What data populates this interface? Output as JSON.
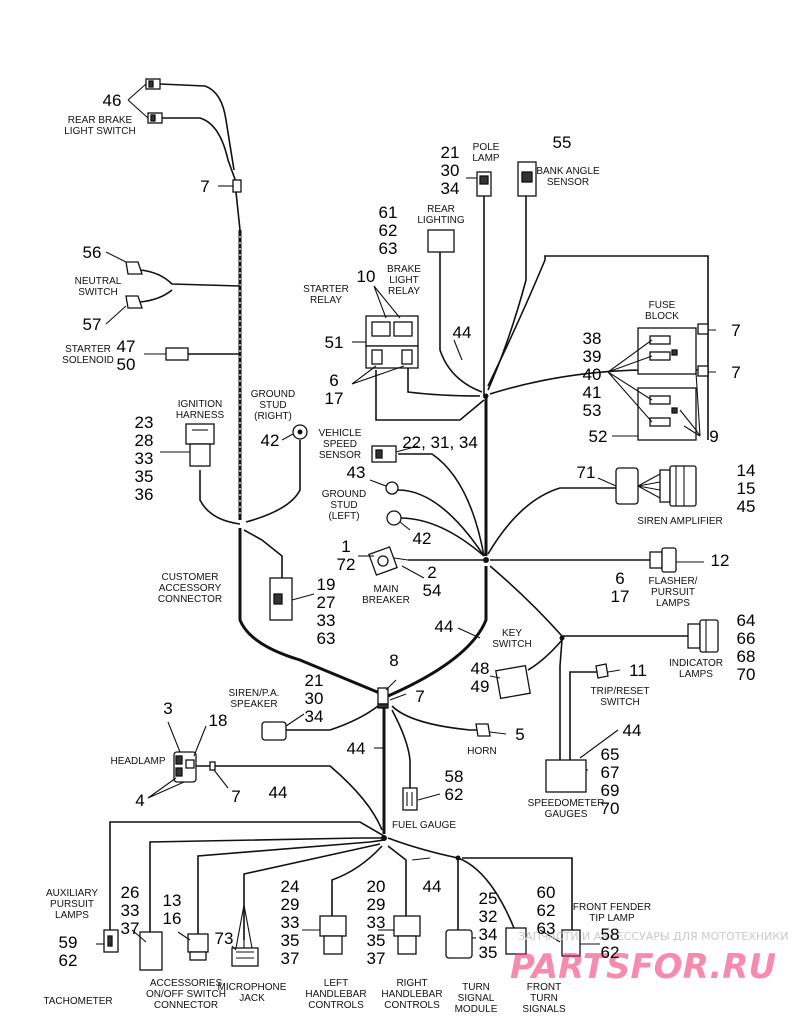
{
  "labels": {
    "rear_brake_light_switch": [
      "REAR BRAKE",
      "LIGHT SWITCH"
    ],
    "neutral_switch": [
      "NEUTRAL",
      "SWITCH"
    ],
    "starter_solenoid": [
      "STARTER",
      "SOLENOID"
    ],
    "ignition_harness": [
      "IGNITION",
      "HARNESS"
    ],
    "ground_stud_right": [
      "GROUND",
      "STUD",
      "(RIGHT)"
    ],
    "customer_accessory_connector": [
      "CUSTOMER",
      "ACCESSORY",
      "CONNECTOR"
    ],
    "pole_lamp": [
      "POLE",
      "LAMP"
    ],
    "rear_lighting": [
      "REAR",
      "LIGHTING"
    ],
    "bank_angle_sensor": [
      "BANK ANGLE",
      "SENSOR"
    ],
    "starter_relay": [
      "STARTER",
      "RELAY"
    ],
    "brake_light_relay": [
      "BRAKE",
      "LIGHT",
      "RELAY"
    ],
    "fuse_block": [
      "FUSE",
      "BLOCK"
    ],
    "vehicle_speed_sensor": [
      "VEHICLE",
      "SPEED",
      "SENSOR"
    ],
    "ground_stud_left": [
      "GROUND",
      "STUD",
      "(LEFT)"
    ],
    "siren_amplifier": [
      "SIREN AMPLIFIER"
    ],
    "main_breaker": [
      "MAIN",
      "BREAKER"
    ],
    "flasher_pursuit_lamps": [
      "FLASHER/",
      "PURSUIT",
      "LAMPS"
    ],
    "key_switch": [
      "KEY",
      "SWITCH"
    ],
    "indicator_lamps": [
      "INDICATOR",
      "LAMPS"
    ],
    "trip_reset_switch": [
      "TRIP/RESET",
      "SWITCH"
    ],
    "siren_pa_speaker": [
      "SIREN/P.A.",
      "SPEAKER"
    ],
    "headlamp": [
      "HEADLAMP"
    ],
    "horn": [
      "HORN"
    ],
    "fuel_gauge": [
      "FUEL GAUGE"
    ],
    "speedometer_gauges": [
      "SPEEDOMETER",
      "GAUGES"
    ],
    "auxiliary_pursuit_lamps": [
      "AUXILIARY",
      "PURSUIT",
      "LAMPS"
    ],
    "tachometer": [
      "TACHOMETER"
    ],
    "accessories_switch": [
      "ACCESSORIES",
      "ON/OFF SWITCH",
      "CONNECTOR"
    ],
    "microphone_jack": [
      "MICROPHONE",
      "JACK"
    ],
    "left_handlebar": [
      "LEFT",
      "HANDLEBAR",
      "CONTROLS"
    ],
    "right_handlebar": [
      "RIGHT",
      "HANDLEBAR",
      "CONTROLS"
    ],
    "turn_signal_module": [
      "TURN",
      "SIGNAL",
      "MODULE"
    ],
    "front_turn_signals": [
      "FRONT",
      "TURN",
      "SIGNALS"
    ],
    "front_fender_tip_lamp": [
      "FRONT FENDER",
      "TIP LAMP"
    ]
  },
  "callouts": {
    "c46": "46",
    "c7a": "7",
    "c56": "56",
    "c57": "57",
    "c47_50": [
      "47",
      "50"
    ],
    "c23_36": [
      "23",
      "28",
      "33",
      "35",
      "36"
    ],
    "c42a": "42",
    "c19_63": [
      "19",
      "27",
      "33",
      "63"
    ],
    "c21_34a": [
      "21",
      "30",
      "34"
    ],
    "c61_63": [
      "61",
      "62",
      "63"
    ],
    "c55": "55",
    "c10": "10",
    "c51": "51",
    "c6_17a": [
      "6",
      "17"
    ],
    "c44a": "44",
    "c38_53": [
      "38",
      "39",
      "40",
      "41",
      "53"
    ],
    "c7b": "7",
    "c7c": "7",
    "c52": "52",
    "c9": "9",
    "c22_31_34": "22, 31, 34",
    "c43": "43",
    "c42b": "42",
    "c71": "71",
    "c14_45": [
      "14",
      "15",
      "45"
    ],
    "c1_72": [
      "1",
      "72"
    ],
    "c2_54": [
      "2",
      "54"
    ],
    "c12": "12",
    "c6_17b": [
      "6",
      "17"
    ],
    "c44b": "44",
    "c64_70": [
      "64",
      "66",
      "68",
      "70"
    ],
    "c8": "8",
    "c7d": "7",
    "c48_49": [
      "48",
      "49"
    ],
    "c11": "11",
    "c21_34b": [
      "21",
      "30",
      "34"
    ],
    "c3": "3",
    "c18": "18",
    "c4": "4",
    "c7e": "7",
    "c44c": "44",
    "c44d": "44",
    "c5": "5",
    "c44e": "44",
    "c58_62a": [
      "58",
      "62"
    ],
    "c65_70": [
      "65",
      "67",
      "69",
      "70"
    ],
    "c59_62": [
      "59",
      "62"
    ],
    "c26_37": [
      "26",
      "33",
      "37"
    ],
    "c13_16": [
      "13",
      "16"
    ],
    "c73": "73",
    "c24_37": [
      "24",
      "29",
      "33",
      "35",
      "37"
    ],
    "c20_37": [
      "20",
      "29",
      "33",
      "35",
      "37"
    ],
    "c44f": "44",
    "c25_35": [
      "25",
      "32",
      "34",
      "35"
    ],
    "c60_63": [
      "60",
      "62",
      "63"
    ],
    "c58_62b": [
      "58",
      "62"
    ]
  },
  "watermark": {
    "line1": "ЗАПЧАСТИ И АКСЕССУАРЫ ДЛЯ МОТОТЕХНИКИ",
    "line2": "PARTSFOR.RU"
  }
}
